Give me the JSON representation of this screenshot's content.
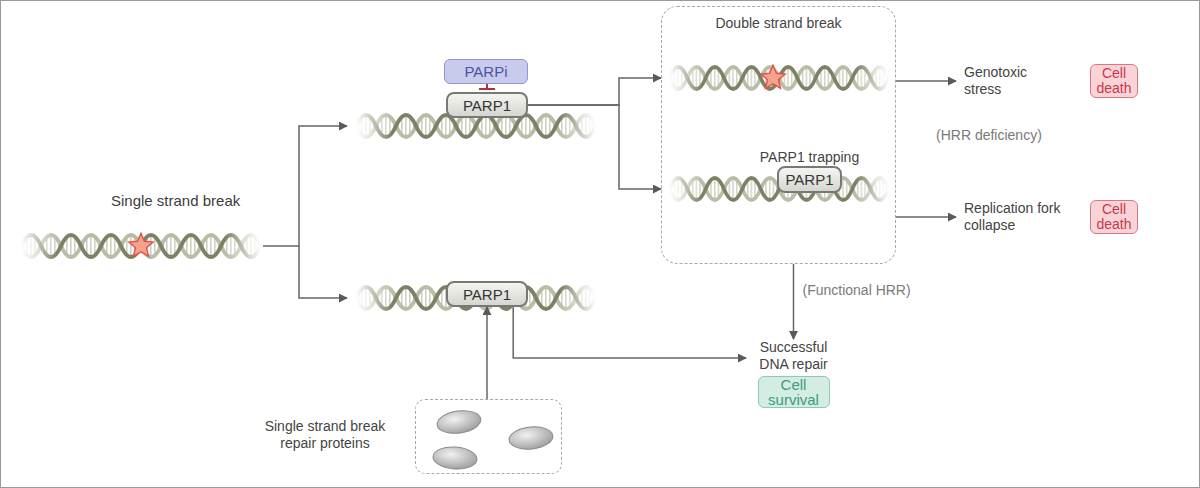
{
  "diagram": {
    "nodes": [
      {
        "text": [
          "PARPi"
        ]
      },
      {
        "text": [
          "PARP1"
        ]
      },
      {
        "text": [
          "Double strand break"
        ]
      },
      {
        "text": [
          "PARP1 trapping",
          "PARP1"
        ],
        "in": 2
      },
      {
        "text": [
          "Genotoxic stress",
          "Cell death"
        ]
      },
      {
        "text": [
          "Replication fork collapse",
          "Cell death"
        ]
      },
      {
        "text": [
          "PARP1"
        ]
      },
      {
        "text": [
          "Successful DNA repair",
          "Cell survival"
        ]
      },
      {
        "text": [
          "Single strand break repair proteins"
        ]
      }
    ],
    "edges": [
      {
        "from": 0,
        "to": 1,
        "arrow": "none"
      },
      {
        "from": 1,
        "to": 2,
        "arrow": "to"
      },
      {
        "from": 1,
        "to": 2,
        "arrow": "to"
      },
      {
        "from": 2,
        "to": 4,
        "arrow": "to"
      },
      {
        "from": 2,
        "to": 5,
        "arrow": "to"
      },
      {
        "from": 2,
        "to": 7,
        "arrow": "to",
        "label": "(Functional HRR)"
      },
      {
        "from": 6,
        "to": 7,
        "arrow": "to"
      },
      {
        "from": 8,
        "to": 6,
        "arrow": "to"
      }
    ],
    "labels": [
      "Single strand break",
      "(HRR deficiency)"
    ]
  }
}
